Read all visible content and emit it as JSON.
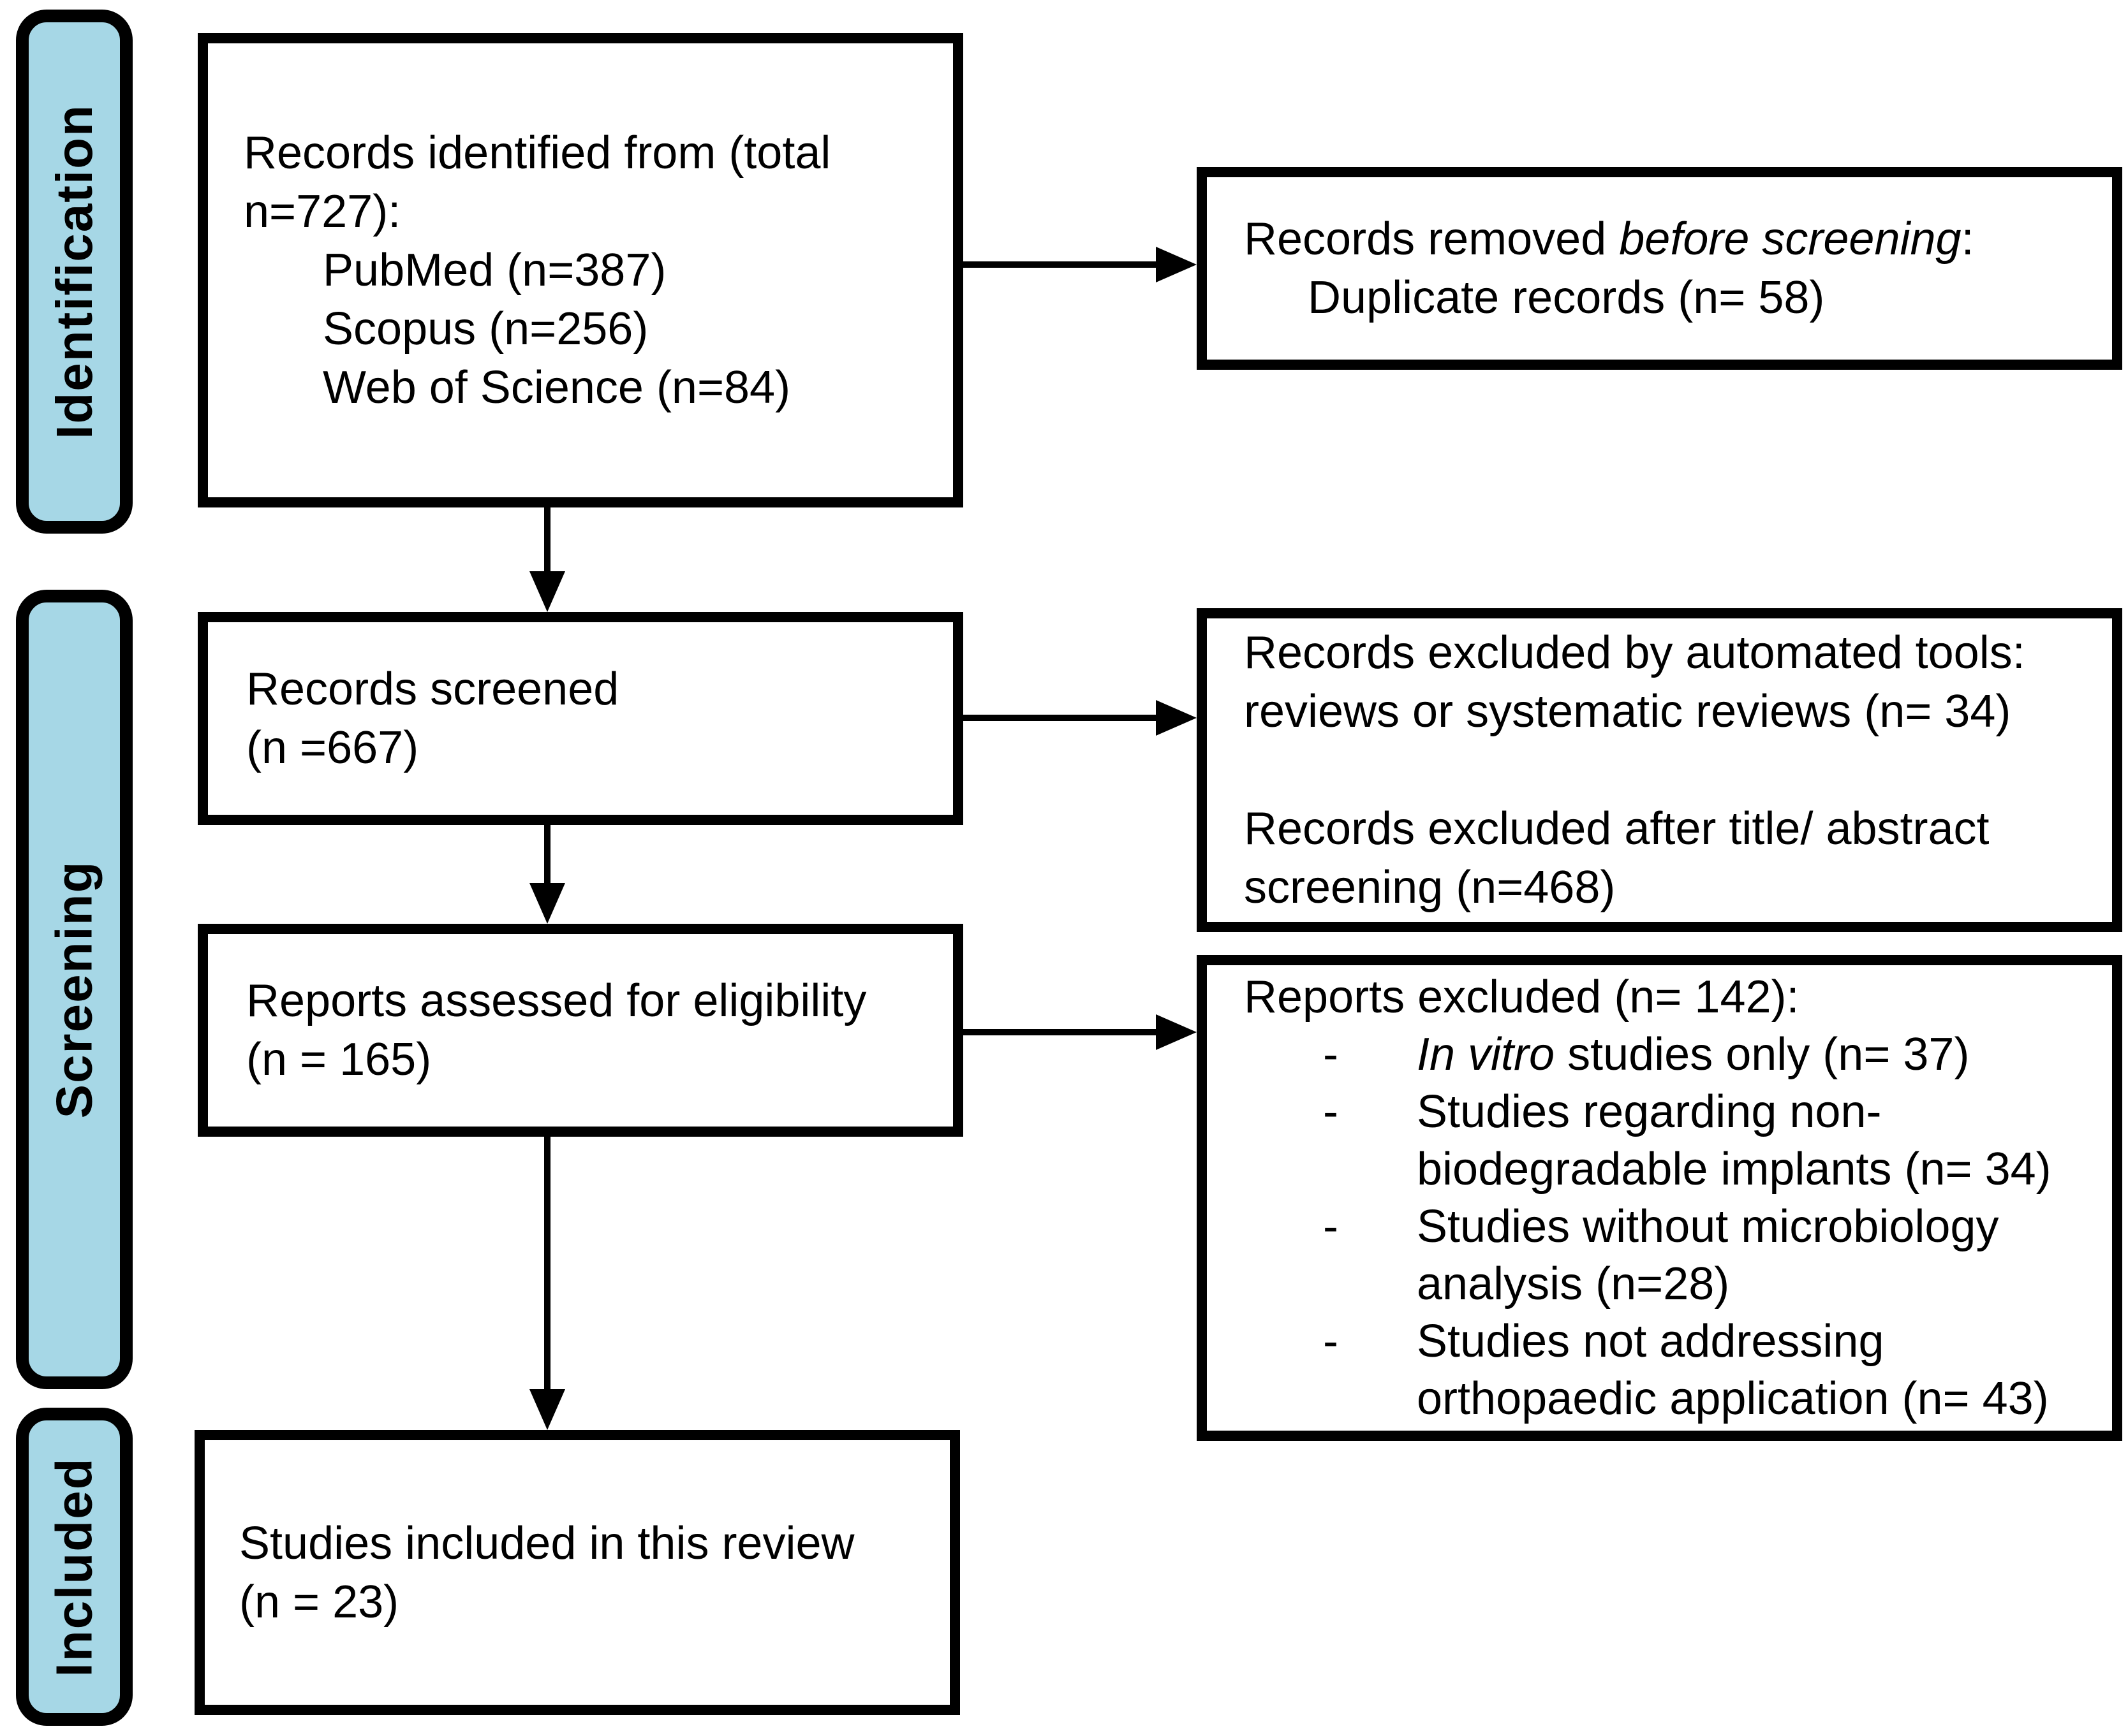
{
  "palette": {
    "stage_fill": "#A6D7E6",
    "line_color": "#000000",
    "background": "#FFFFFF"
  },
  "sidebar": {
    "identification_label": "Identification",
    "screening_label": "Screening",
    "included_label": "Included"
  },
  "flow_boxes": {
    "identified": {
      "line1": "Records identified from (total",
      "line2": "n=727):",
      "source1": "PubMed (n=387)",
      "source2": "Scopus (n=256)",
      "source3": "Web of Science (n=84)"
    },
    "screened": {
      "line1": "Records screened",
      "line2": "(n =667)"
    },
    "assessed": {
      "line1": "Reports assessed for eligibility",
      "line2": "(n = 165)"
    },
    "included": {
      "line1": "Studies included in this review",
      "line2": "(n = 23)"
    }
  },
  "exclusion_boxes": {
    "removed_before_screening": {
      "lead": "Records removed ",
      "lead_italic": "before screening",
      "lead_suffix": ":",
      "detail": "Duplicate records (n= 58)"
    },
    "excluded_records": {
      "line1": "Records excluded by automated tools:",
      "line2": "reviews or systematic reviews (n= 34)",
      "line3": "",
      "line4": "Records excluded after title/ abstract",
      "line5": "screening (n=468)"
    },
    "excluded_reports": {
      "heading": "Reports excluded (n= 142):",
      "bullet_marker": "-",
      "bullet1_italic": "In vitro",
      "bullet1_text": " studies only (n= 37)",
      "bullet2_text": "Studies regarding non-\nbiodegradable implants (n= 34)",
      "bullet3_text": "Studies without microbiology\nanalysis (n=28)",
      "bullet4_text": "Studies not addressing\northopaedic application (n= 43)"
    }
  }
}
